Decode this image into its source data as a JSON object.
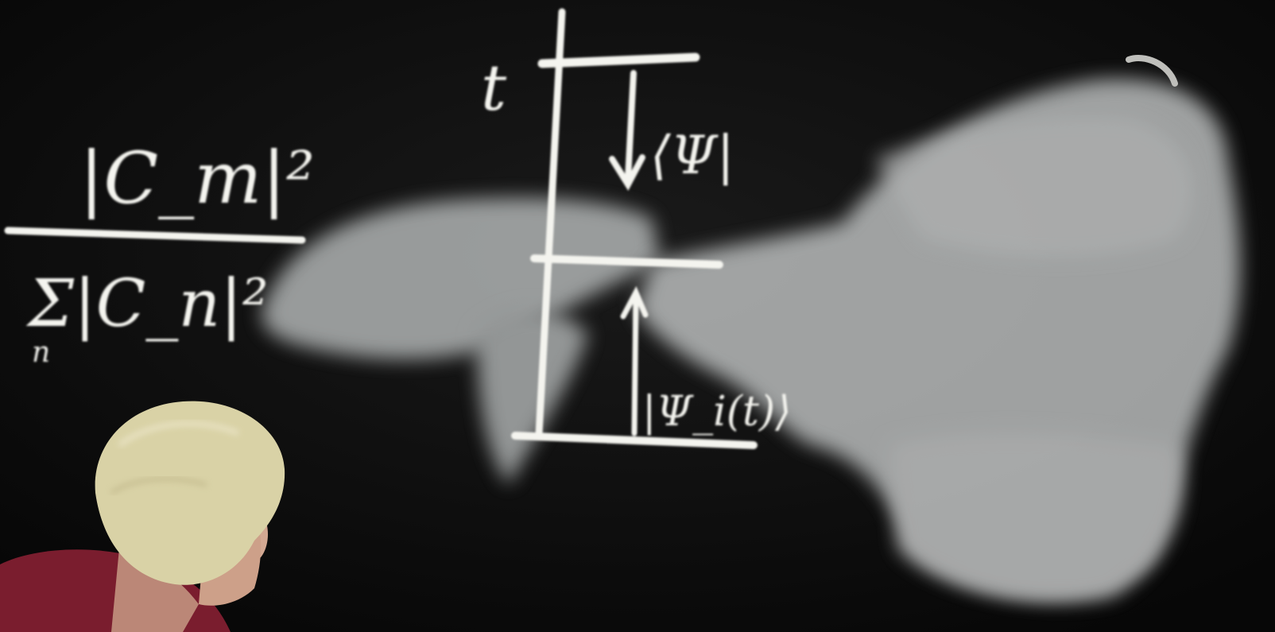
{
  "scene": {
    "background_color": "#0c0c0c",
    "chalk_color": "#f4f4ef",
    "smudge_color": "#cfd2d2",
    "lecturer_hair_color": "#d9d2a6",
    "lecturer_shirt_color": "#7a1d2e"
  },
  "board": {
    "fraction": {
      "numerator": "|C_m|²",
      "denominator": "Σ|C_n|²",
      "sum_index": "n"
    },
    "time_label": "t",
    "bra_label": "⟨Ψ|",
    "ket_label": "|Ψ_i(t)⟩"
  }
}
